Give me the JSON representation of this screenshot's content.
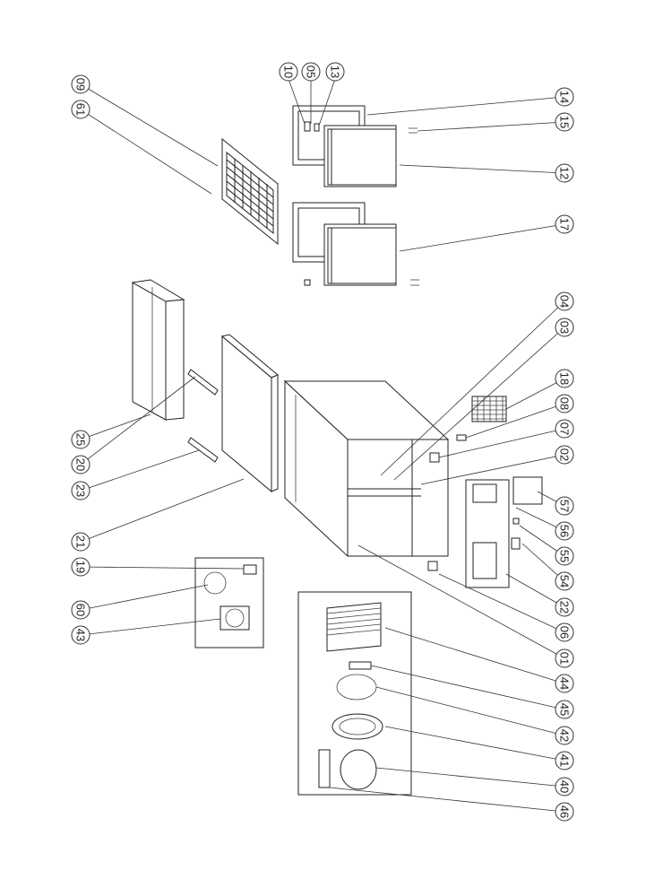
{
  "diagram": {
    "parts": [
      {
        "id": "p09",
        "label": "09"
      },
      {
        "id": "p61",
        "label": "61"
      },
      {
        "id": "p10",
        "label": "10"
      },
      {
        "id": "p05",
        "label": "05"
      },
      {
        "id": "p13",
        "label": "13"
      },
      {
        "id": "p14",
        "label": "14"
      },
      {
        "id": "p15",
        "label": "15"
      },
      {
        "id": "p12",
        "label": "12"
      },
      {
        "id": "p17",
        "label": "17"
      },
      {
        "id": "p04",
        "label": "04"
      },
      {
        "id": "p03",
        "label": "03"
      },
      {
        "id": "p18",
        "label": "18"
      },
      {
        "id": "p08",
        "label": "08"
      },
      {
        "id": "p07",
        "label": "07"
      },
      {
        "id": "p02",
        "label": "02"
      },
      {
        "id": "p57",
        "label": "57"
      },
      {
        "id": "p56",
        "label": "56"
      },
      {
        "id": "p55",
        "label": "55"
      },
      {
        "id": "p54",
        "label": "54"
      },
      {
        "id": "p22",
        "label": "22"
      },
      {
        "id": "p06",
        "label": "06"
      },
      {
        "id": "p01",
        "label": "01"
      },
      {
        "id": "p44",
        "label": "44"
      },
      {
        "id": "p45",
        "label": "45"
      },
      {
        "id": "p42",
        "label": "42"
      },
      {
        "id": "p41",
        "label": "41"
      },
      {
        "id": "p40",
        "label": "40"
      },
      {
        "id": "p46",
        "label": "46"
      },
      {
        "id": "p25",
        "label": "25"
      },
      {
        "id": "p20",
        "label": "20"
      },
      {
        "id": "p23",
        "label": "23"
      },
      {
        "id": "p21",
        "label": "21"
      },
      {
        "id": "p19",
        "label": "19"
      },
      {
        "id": "p60",
        "label": "60"
      },
      {
        "id": "p43",
        "label": "43"
      }
    ]
  }
}
